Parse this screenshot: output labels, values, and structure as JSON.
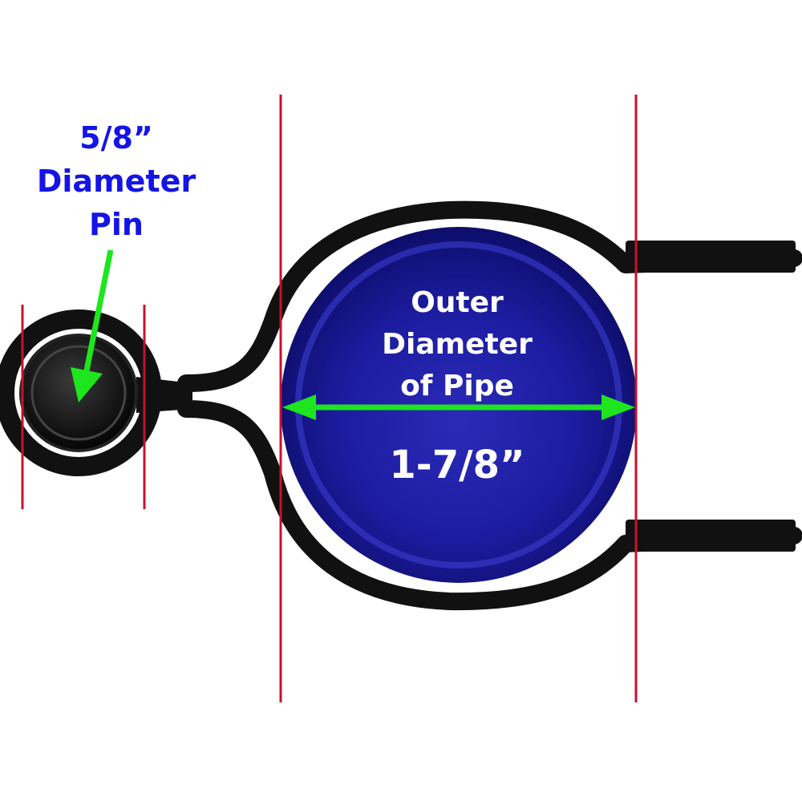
{
  "pin_label": {
    "line1": "5/8”",
    "line2": "Diameter",
    "line3": "Pin"
  },
  "pipe_label": {
    "line1": "Outer",
    "line2": "Diameter",
    "line3": "of Pipe"
  },
  "pipe_measurement": "1-7/8”",
  "colors": {
    "pin_label_text": "#1414e6",
    "pipe_label_text": "#ffffff",
    "pipe_fill": "#1a1a96",
    "guide_lines": "#c8102e",
    "arrows": "#1ee61e",
    "clamp_metal": "#111111"
  }
}
